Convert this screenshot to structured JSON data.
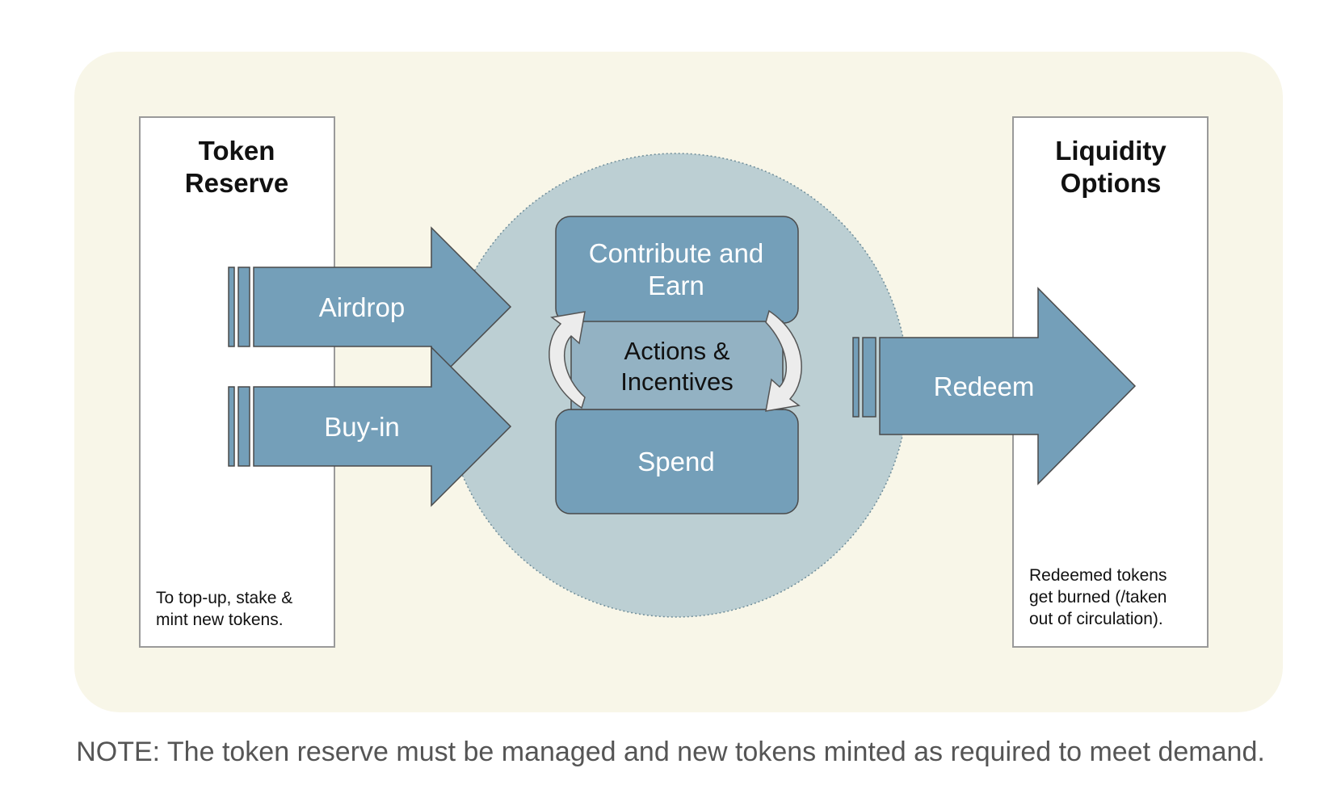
{
  "token_reserve": {
    "title_line1": "Token",
    "title_line2": "Reserve",
    "footnote_line1": "To top-up, stake &",
    "footnote_line2": "mint new tokens."
  },
  "liquidity_options": {
    "title_line1": "Liquidity",
    "title_line2": "Options",
    "footnote_line1": "Redeemed tokens",
    "footnote_line2": "get burned (/taken",
    "footnote_line3": "out of circulation)."
  },
  "arrows": {
    "airdrop": "Airdrop",
    "buy_in": "Buy-in",
    "redeem": "Redeem"
  },
  "cycle": {
    "top_line1": "Contribute and",
    "top_line2": "Earn",
    "middle_line1": "Actions &",
    "middle_line2": "Incentives",
    "bottom": "Spend"
  },
  "note": "NOTE: The token reserve must be managed and new tokens minted as required to meet demand.",
  "colors": {
    "panel_bg": "#f8f6e8",
    "circle_bg": "#bccfd3",
    "block_fill": "#749fb9",
    "middle_fill": "#93b2c3",
    "stroke": "#4a4a4a",
    "cycle_arrow": "#ececec"
  }
}
